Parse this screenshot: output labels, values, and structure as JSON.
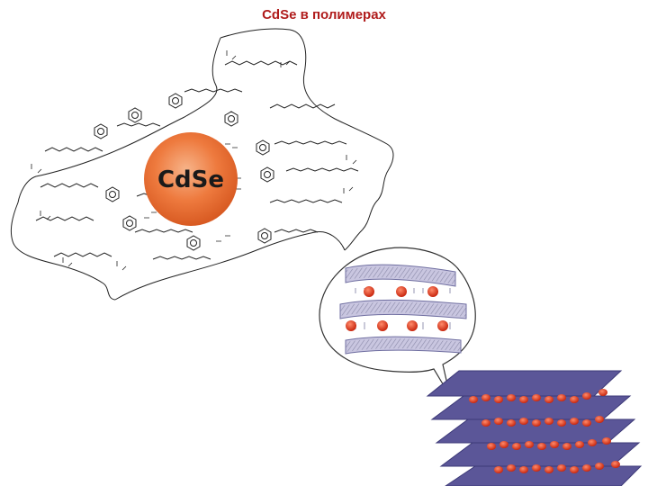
{
  "slide": {
    "title": "CdSe в полимерах",
    "title_color": "#b01c1c"
  },
  "diagram": {
    "nanoparticle_label": "CdSe",
    "nanoparticle_color": "#e8612c",
    "layer_color": "#5b5698",
    "particle_color": "#e03a1e",
    "icons": [
      "polymer-chain-network",
      "nanoparticle-sphere",
      "magnified-bubble",
      "layered-nanocomposite-stack"
    ]
  }
}
